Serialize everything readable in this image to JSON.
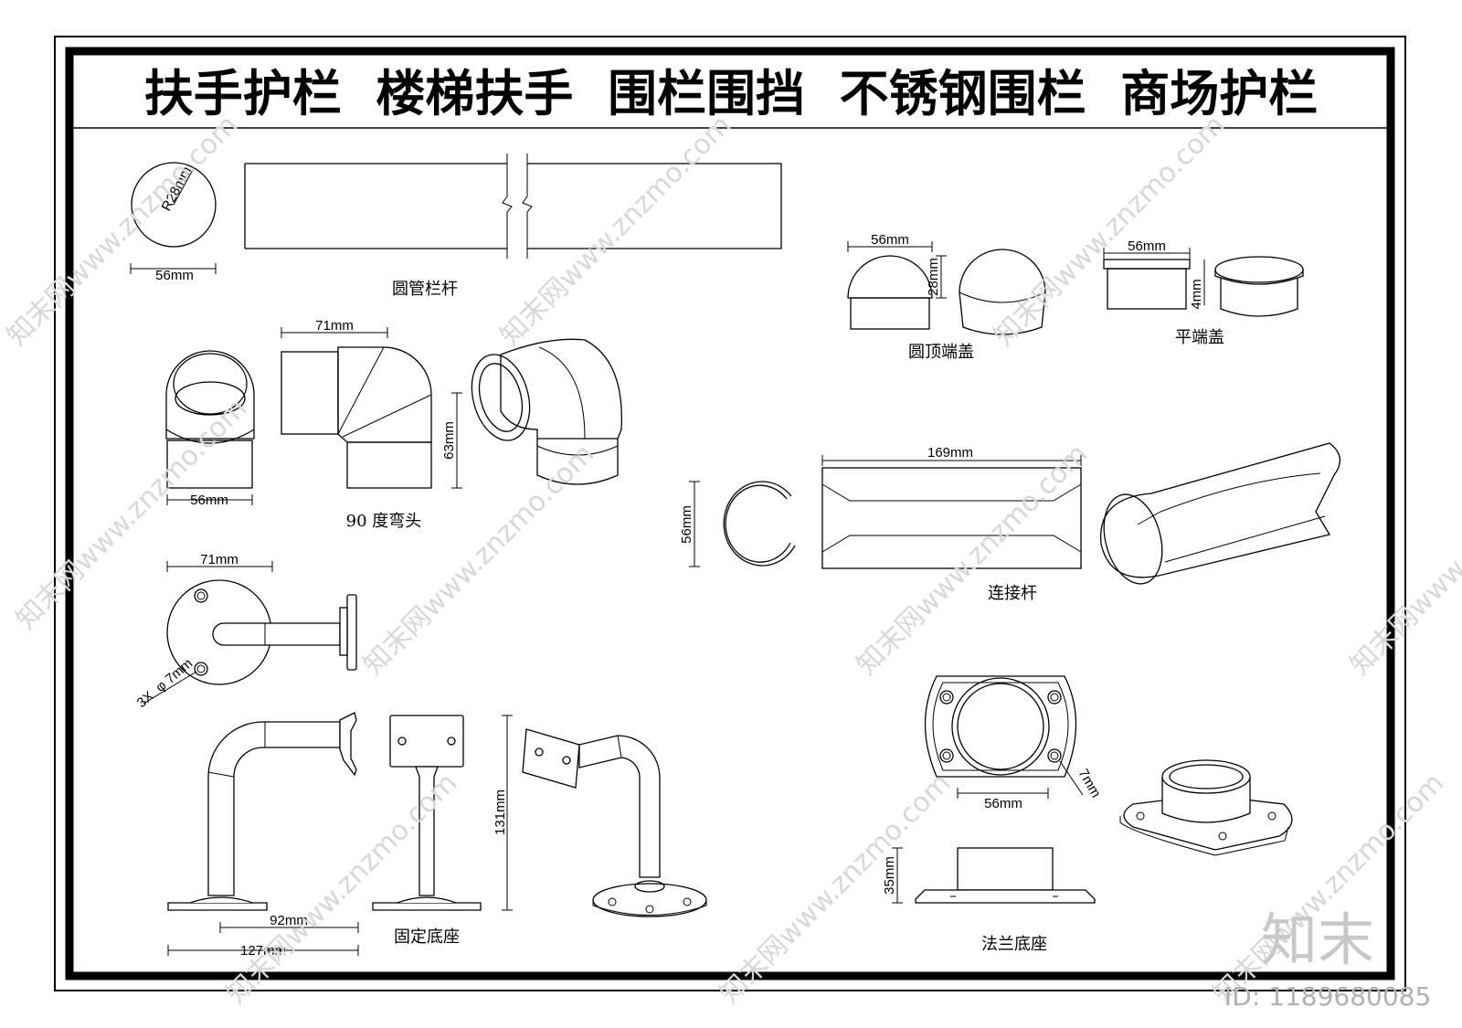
{
  "title": "扶手护栏  楼梯扶手  围栏围挡  不锈钢围栏  商场护栏",
  "watermark": {
    "text": "知末网www.znzmo.com",
    "logo": "知末",
    "id_text": "ID: 1189680085"
  },
  "parts": {
    "round_tube": {
      "label": "圆管栏杆",
      "dim_radius": "R28mm",
      "dim_width": "56mm"
    },
    "elbow_90": {
      "label": "90 度弯头",
      "dim_top": "71mm",
      "dim_height": "63mm",
      "dim_bottom": "56mm"
    },
    "dome_cap": {
      "label": "圆顶端盖",
      "dim_width": "56mm",
      "dim_height": "28mm"
    },
    "flat_cap": {
      "label": "平端盖",
      "dim_width": "56mm",
      "dim_height": "4mm"
    },
    "connector": {
      "label": "连接杆",
      "dim_length": "169mm",
      "dim_diameter": "56mm"
    },
    "wall_bracket": {
      "dim_plate": "71mm",
      "dim_holes": "3X  φ 7mm"
    },
    "fixed_base": {
      "label": "固定底座",
      "dim_height": "131mm",
      "dim_inner": "92mm",
      "dim_outer": "127mm"
    },
    "flange_base": {
      "label": "法兰底座",
      "dim_hole": "7mm",
      "dim_diameter": "56mm",
      "dim_height": "35mm"
    }
  }
}
